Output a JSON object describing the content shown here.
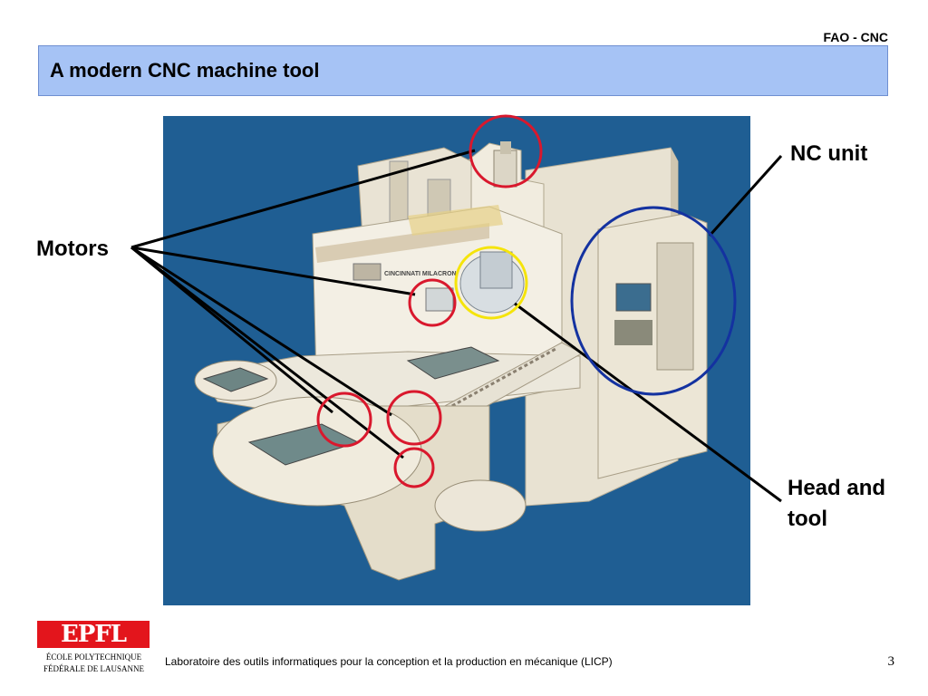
{
  "header": {
    "tag": "FAO - CNC"
  },
  "title": "A modern CNC machine tool",
  "figure": {
    "labels": {
      "motors": "Motors",
      "nc_unit": "NC unit",
      "head_and_tool": "Head and tool"
    },
    "machine_brand": "CINCINNATI MILACRON",
    "colors": {
      "background": "#1f5e93",
      "motor_circles": "#d9182d",
      "head_circle": "#f5e40a",
      "nc_circle": "#1432a0"
    }
  },
  "logo": {
    "mark": "EPFL",
    "line1": "ÉCOLE POLYTECHNIQUE",
    "line2": "FÉDÉRALE DE LAUSANNE"
  },
  "footer": {
    "text": "Laboratoire des outils informatiques pour la conception et la production en mécanique   (LICP)",
    "page": "3"
  }
}
